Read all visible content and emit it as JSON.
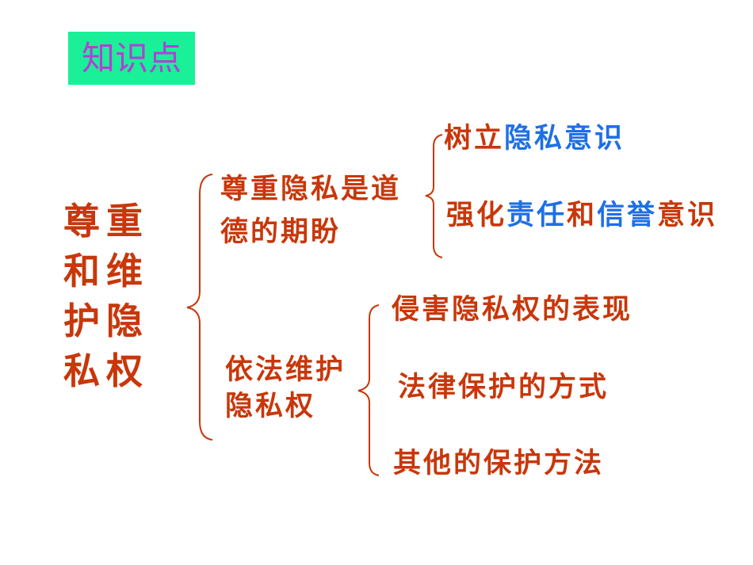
{
  "title": {
    "label": "知识点",
    "bg_color": "#19F098",
    "text_color": "#B23FD8"
  },
  "colors": {
    "primary_text": "#C8370A",
    "highlight_text": "#1E6FE6",
    "bracket": "#C8370A"
  },
  "root": {
    "label": "尊重和维护隐私权",
    "lines": [
      "尊重",
      "和维",
      "护隐",
      "私权"
    ]
  },
  "branches": [
    {
      "label": "尊重隐私是道德的期盼",
      "lines": [
        "尊重隐私是道",
        "德的期盼"
      ],
      "children": [
        {
          "segments": [
            {
              "text": "树立",
              "highlight": false
            },
            {
              "text": "隐私意识",
              "highlight": true
            }
          ]
        },
        {
          "segments": [
            {
              "text": "强化",
              "highlight": false
            },
            {
              "text": "责任",
              "highlight": true
            },
            {
              "text": "和",
              "highlight": false
            },
            {
              "text": "信誉",
              "highlight": true
            },
            {
              "text": "意识",
              "highlight": false
            }
          ]
        }
      ]
    },
    {
      "label": "依法维护隐私权",
      "lines": [
        "依法维护",
        "隐私权"
      ],
      "children": [
        {
          "segments": [
            {
              "text": "侵害隐私权的表现",
              "highlight": false
            }
          ]
        },
        {
          "segments": [
            {
              "text": "法律保护的方式",
              "highlight": false
            }
          ]
        },
        {
          "segments": [
            {
              "text": "其他的保护方法",
              "highlight": false
            }
          ]
        }
      ]
    }
  ]
}
